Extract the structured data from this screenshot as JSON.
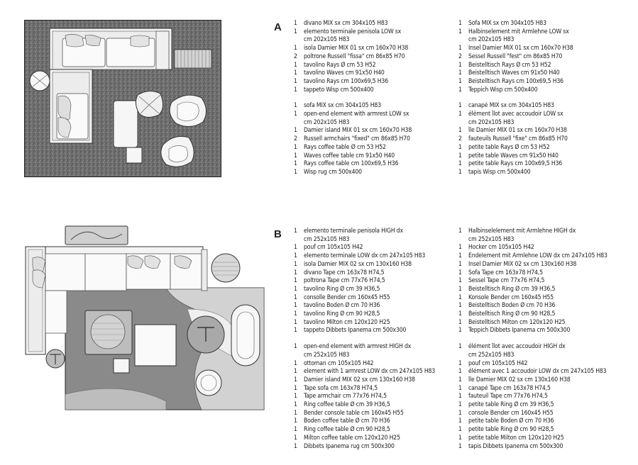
{
  "sections": [
    {
      "label": "A",
      "left": [
        [
          [
            "1",
            "divano MIX sx cm 304x105 H83"
          ],
          [
            "1",
            "elemento terminale penisola LOW sx"
          ],
          [
            "",
            "cm 202x105 H83"
          ],
          [
            "1",
            "isola Damier MIX 01 sx cm 160x70 H38"
          ],
          [
            "2",
            "poltrone Russell \"fissa\" cm 86x85 H70"
          ],
          [
            "1",
            "tavolino Rays Ø cm 53 H52"
          ],
          [
            "1",
            "tavolino Waves cm 91x50 H40"
          ],
          [
            "1",
            "tavolino Rays cm 100x69,5 H36"
          ],
          [
            "1",
            "tappeto Wisp cm 500x400"
          ]
        ],
        [
          [
            "1",
            "sofa MIX sx cm 304x105 H83"
          ],
          [
            "1",
            "open-end element with armrest LOW sx"
          ],
          [
            "",
            "cm 202x105 H83"
          ],
          [
            "1",
            "Damier island MIX 01 sx cm 160x70 H38"
          ],
          [
            "2",
            "Russell armchairs \"fixed\" cm 86x85 H70"
          ],
          [
            "1",
            "Rays coffee table Ø cm 53 H52"
          ],
          [
            "1",
            "Waves coffee table cm 91x50 H40"
          ],
          [
            "1",
            "Rays coffee table cm 100x69,5 H36"
          ],
          [
            "1",
            "Wisp rug cm 500x400"
          ]
        ]
      ],
      "right": [
        [
          [
            "1",
            "Sofa MIX sx cm 304x105 H83"
          ],
          [
            "1",
            "Halbinselement mit Armlehne LOW sx"
          ],
          [
            "",
            "cm 202x105 H83"
          ],
          [
            "1",
            "Insel Damier MIX 01 sx cm 160x70 H38"
          ],
          [
            "2",
            "Sessel Russell \"fest\" cm 86x85 H70"
          ],
          [
            "1",
            "Beistelltisch Rays Ø cm 53 H52"
          ],
          [
            "1",
            "Beistelltisch Waves cm 91x50 H40"
          ],
          [
            "1",
            "Beistelltisch Rays cm 100x69,5 H36"
          ],
          [
            "1",
            "Teppich Wisp cm 500x400"
          ]
        ],
        [
          [
            "1",
            "canapé MIX sx cm 304x105 H83"
          ],
          [
            "1",
            "élément îlot avec accoudoir LOW sx"
          ],
          [
            "",
            "cm 202x105 H83"
          ],
          [
            "1",
            "île Damier MIX 01 sx cm 160x70 H38"
          ],
          [
            "2",
            "fauteuils Russell \"fixe\" cm 86x85 H70"
          ],
          [
            "1",
            "petite table Rays Ø cm 53 H52"
          ],
          [
            "1",
            "petite table Waves cm 91x50 H40"
          ],
          [
            "1",
            "petite table Rays cm 100x69,5 H36"
          ],
          [
            "1",
            "tapis Wisp cm 500x400"
          ]
        ]
      ]
    },
    {
      "label": "B",
      "left": [
        [
          [
            "1",
            "elemento terminale penisola HIGH dx"
          ],
          [
            "",
            "cm 252x105 H83"
          ],
          [
            "1",
            "pouf cm 105x105 H42"
          ],
          [
            "1",
            "elemento terminale LOW dx cm 247x105 H83"
          ],
          [
            "1",
            "isola Damier MIX 02 sx cm 130x160 H38"
          ],
          [
            "1",
            "divano Tape cm 163x78 H74,5"
          ],
          [
            "1",
            "poltrona Tape cm 77x76 H74,5"
          ],
          [
            "1",
            "tavolino Ring Ø cm 39 H36,5"
          ],
          [
            "1",
            "consolle Bender cm 160x45 H55"
          ],
          [
            "1",
            "tavolino Boden Ø cm 70 H36"
          ],
          [
            "1",
            "tavolino Ring Ø cm 90 H28,5"
          ],
          [
            "1",
            "tavolino Milton cm 120x120 H25"
          ],
          [
            "1",
            "tappeto Dibbets Ipanema cm 500x300"
          ]
        ],
        [
          [
            "1",
            "open-end element with armrest HIGH dx"
          ],
          [
            "",
            "cm 252x105 H83"
          ],
          [
            "1",
            "ottoman cm 105x105 H42"
          ],
          [
            "1",
            "element with 1 armrest LOW dx cm 247x105 H83"
          ],
          [
            "1",
            "Damier island MIX 02 sx cm 130x160 H38"
          ],
          [
            "1",
            "Tape sofa cm 163x78 H74,5"
          ],
          [
            "1",
            "Tape armchair cm 77x76 H74,5"
          ],
          [
            "1",
            "Ring coffee table Ø cm 39 H36,5"
          ],
          [
            "1",
            "Bender console table cm 160x45 H55"
          ],
          [
            "1",
            "Boden coffee table Ø cm 70 H36"
          ],
          [
            "1",
            "Ring coffee table Ø cm 90 H28,5"
          ],
          [
            "1",
            "Milton coffee table cm 120x120 H25"
          ],
          [
            "1",
            "Dibbets Ipanema rug cm 500x300"
          ]
        ]
      ],
      "right": [
        [
          [
            "1",
            "Halbinselelement mit Armlehne HIGH dx"
          ],
          [
            "",
            "cm 252x105 H83"
          ],
          [
            "1",
            "Hocker cm 105x105 H42"
          ],
          [
            "1",
            "Endelement mit Armlehne LOW dx cm 247x105 H83"
          ],
          [
            "1",
            "Insel Damier MIX 02 sx cm 130x160 H38"
          ],
          [
            "1",
            "Sofa Tape cm 163x78 H74,5"
          ],
          [
            "1",
            "Sessel Tape cm 77x76 H74,5"
          ],
          [
            "1",
            "Beistelltisch Ring Ø cm 39 H36,5"
          ],
          [
            "1",
            "Konsole Bender cm 160x45 H55"
          ],
          [
            "1",
            "Beistelltisch Boden Ø cm 70 H36"
          ],
          [
            "1",
            "Beistelltisch Ring Ø cm 90 H28,5"
          ],
          [
            "1",
            "Beistelltisch Milton cm 120x120 H25"
          ],
          [
            "1",
            "Teppich Dibbets Ipanema cm 500x300"
          ]
        ],
        [
          [
            "1",
            "élément îlot avec accoudoir HIGH dx"
          ],
          [
            "",
            "cm 252x105 H83"
          ],
          [
            "1",
            "pouf cm 105x105 H42"
          ],
          [
            "1",
            "élément avec 1 accoudoir LOW dx cm 247x105 H83"
          ],
          [
            "1",
            "île Damier MIX 02 sx cm 130x160 H38"
          ],
          [
            "1",
            "canapé Tape cm 163x78 H74,5"
          ],
          [
            "1",
            "fauteuil Tape cm 77x76 H74,5"
          ],
          [
            "1",
            "petite table Ring Ø cm 39 H36,5"
          ],
          [
            "1",
            "console Bender cm 160x45 H55"
          ],
          [
            "1",
            "petite table Boden Ø cm 70 H36"
          ],
          [
            "1",
            "petite table Ring Ø cm 90 H28,5"
          ],
          [
            "1",
            "petite table Milton cm 120x120 H25"
          ],
          [
            "1",
            "tapis Dibbets Ipanema cm 500x300"
          ]
        ]
      ]
    }
  ]
}
